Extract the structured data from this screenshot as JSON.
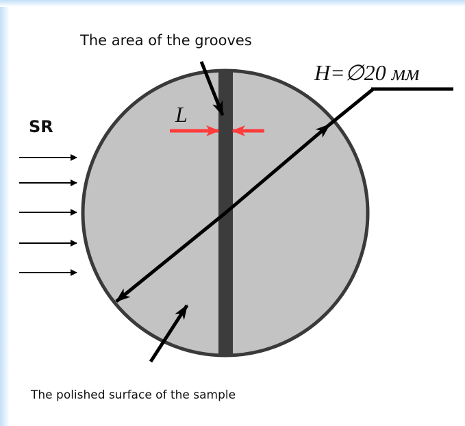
{
  "labels": {
    "grooves_area": "The area of the grooves",
    "source": "SR",
    "groove_width": "L",
    "diameter": "H=∅20 мм",
    "polished_surface": "The polished surface of the sample"
  },
  "colors": {
    "sample_fill": "#c3c3c3",
    "sample_outline": "#3a3a3a",
    "groove": "#3c3c3c",
    "width_marker": "#ff3b3b",
    "arrows": "#000000"
  },
  "icons": {
    "incident_beams": "right-arrow",
    "width_marker": "double-arrow"
  }
}
